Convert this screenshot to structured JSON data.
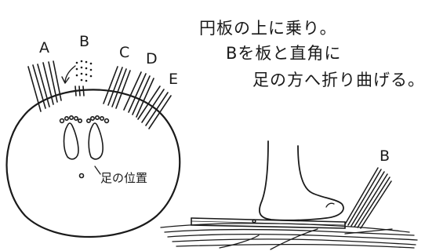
{
  "bundle_labels": [
    "A",
    "B",
    "C",
    "D",
    "E"
  ],
  "instruction": {
    "line1": "円板の上に乗り。",
    "line2": "Bを板と直角に",
    "line3": "足の方へ折り曲げる。"
  },
  "foot_position_label": "足の位置",
  "side_view_label": "B"
}
